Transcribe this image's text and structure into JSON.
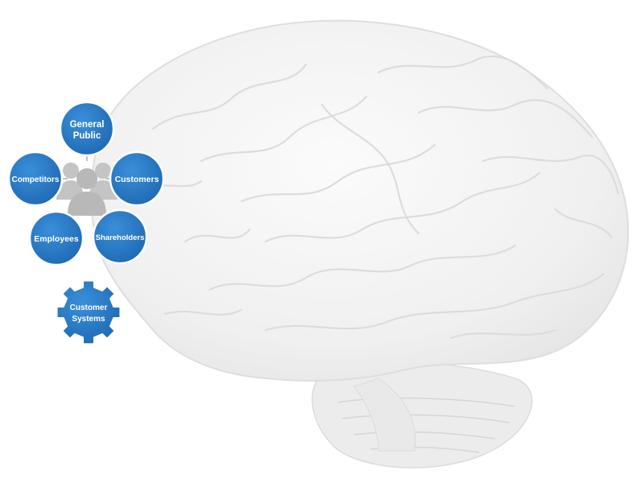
{
  "nodes": {
    "general_public": {
      "line1": "General",
      "line2": "Public"
    },
    "competitors": {
      "label": "Competitors"
    },
    "customers": {
      "label": "Customers"
    },
    "employees": {
      "label": "Employees"
    },
    "shareholders": {
      "label": "Shareholders"
    }
  },
  "gear": {
    "line1": "Customer",
    "line2": "Systems"
  },
  "icons": {
    "center": "people-group-icon",
    "gear": "gear-icon",
    "background": "brain-illustration"
  },
  "colors": {
    "node_fill": "#2d7dc6",
    "node_stroke": "#1c5f9e",
    "brain_fill": "#f1f1f1",
    "brain_shadow": "#dedede",
    "people_icon": "#c4c4c4"
  }
}
